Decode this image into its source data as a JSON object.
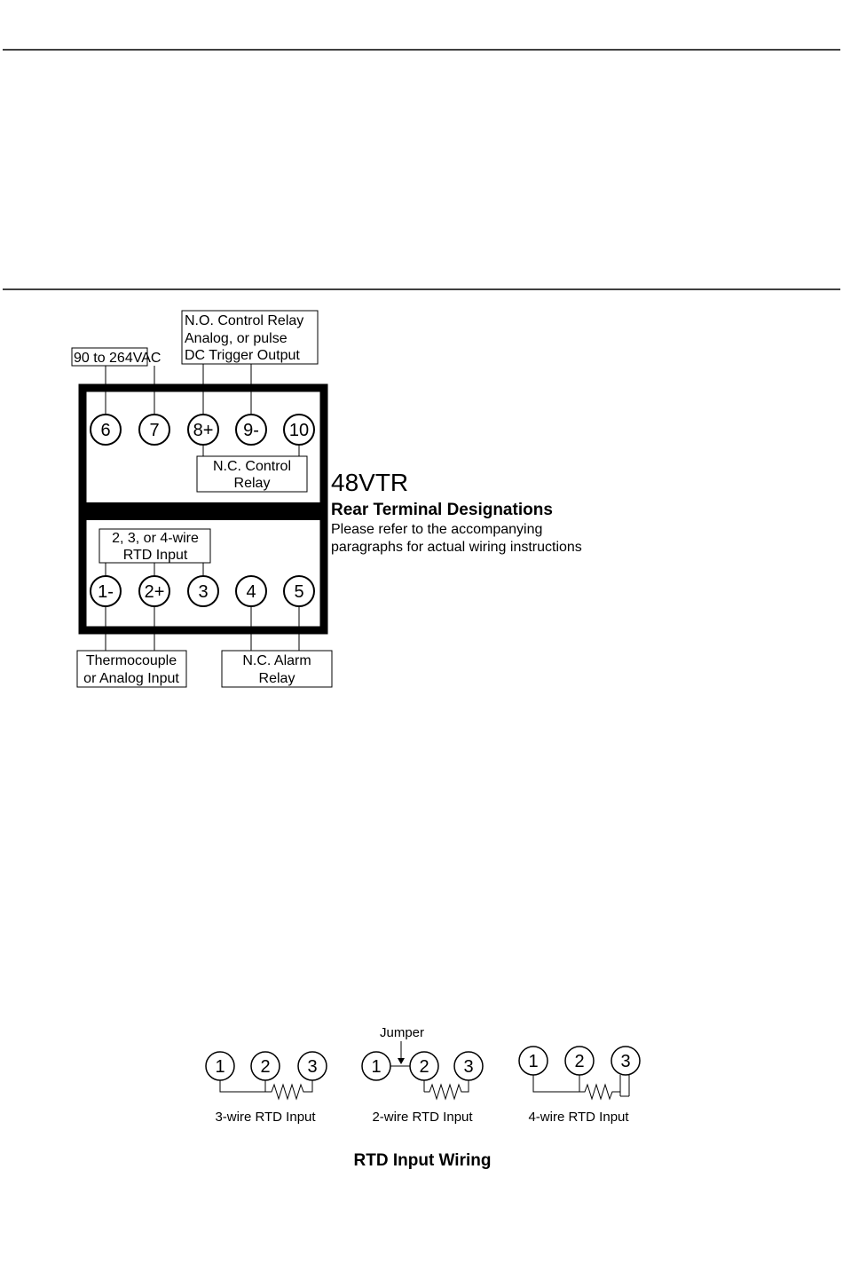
{
  "rear_panel": {
    "top_row_terminals": [
      "6",
      "7",
      "8+",
      "9-",
      "10"
    ],
    "bottom_row_terminals": [
      "1-",
      "2+",
      "3",
      "4",
      "5"
    ],
    "labels": {
      "power": "90 to 264VAC",
      "no_relay": [
        "N.O. Control Relay",
        "Analog, or pulse",
        "DC Trigger Output"
      ],
      "nc_control": [
        "N.C. Control",
        "Relay"
      ],
      "rtd_input": [
        "2, 3, or 4-wire",
        "RTD Input"
      ],
      "thermocouple": [
        "Thermocouple",
        "or Analog Input"
      ],
      "nc_alarm": [
        "N.C. Alarm",
        "Relay"
      ]
    },
    "model": "48VTR",
    "heading": "Rear Terminal Designations",
    "note": [
      "Please refer to the accompanying",
      "paragraphs for actual wiring instructions"
    ]
  },
  "rtd_wiring": {
    "jumper_label": "Jumper",
    "terminals": [
      "1",
      "2",
      "3"
    ],
    "captions": [
      "3-wire RTD Input",
      "2-wire RTD Input",
      "4-wire RTD Input"
    ],
    "title": "RTD Input Wiring"
  }
}
